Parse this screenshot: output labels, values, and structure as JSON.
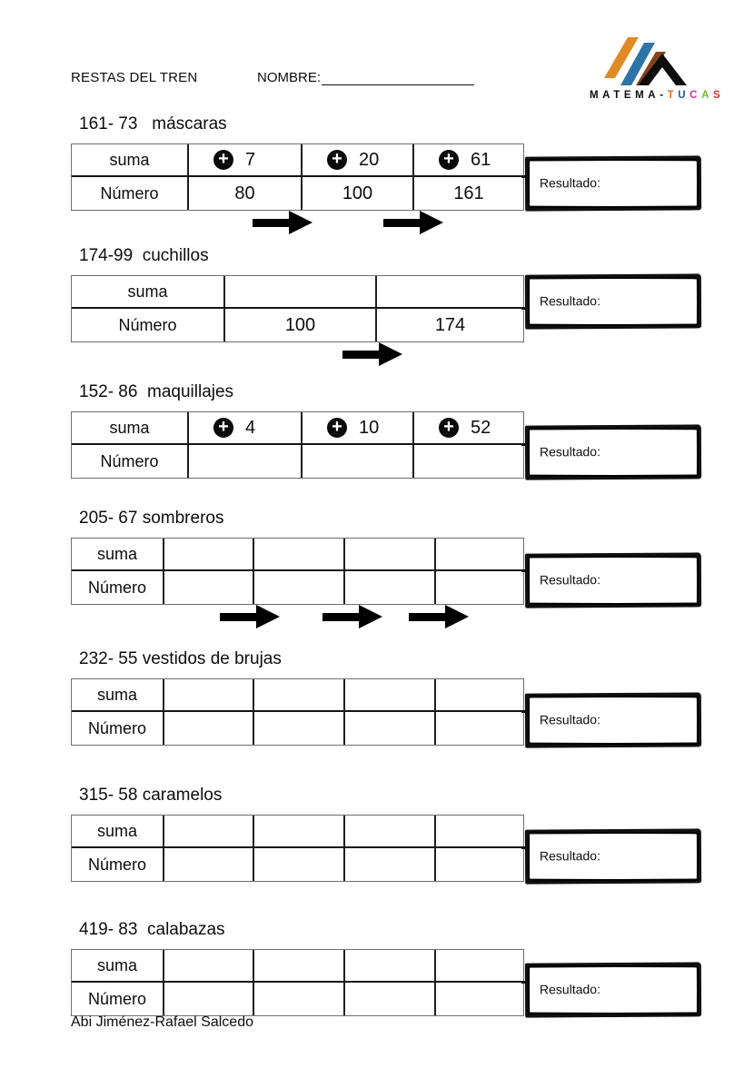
{
  "header": {
    "worksheet_title": "RESTAS DEL TREN",
    "name_label": "NOMBRE:"
  },
  "logo": {
    "brand_black": "MATEMA-",
    "brand_colored_letters": [
      {
        "char": "T",
        "color": "#e2751d"
      },
      {
        "char": "U",
        "color": "#27549b"
      },
      {
        "char": "C",
        "color": "#e22a8f"
      },
      {
        "char": "A",
        "color": "#70c032"
      },
      {
        "char": "S",
        "color": "#d62f2f"
      }
    ],
    "stripe_colors": [
      "#df8a26",
      "#2f74a8",
      "#84431f"
    ],
    "peak_color": "#0d0d0d"
  },
  "labels": {
    "sum_row": "suma",
    "number_row": "Número",
    "result_box": "Resultado:"
  },
  "icons": {
    "plus_icon": "+",
    "arrow_right_icon": "→"
  },
  "sections": [
    {
      "title": "161- 73   máscaras",
      "suma": [
        "7",
        "20",
        "61"
      ],
      "numero": [
        "80",
        "100",
        "161"
      ],
      "arrows": 2
    },
    {
      "title": "174-99  cuchillos",
      "suma": [
        "",
        ""
      ],
      "numero": [
        "100",
        "174"
      ],
      "arrows": 1
    },
    {
      "title": "152- 86  maquillajes",
      "suma": [
        "4",
        "10",
        "52"
      ],
      "numero": [
        "",
        "",
        ""
      ],
      "arrows": 0
    },
    {
      "title": "205- 67 sombreros",
      "suma": [
        "",
        "",
        "",
        ""
      ],
      "numero": [
        "",
        "",
        "",
        ""
      ],
      "arrows": 3
    },
    {
      "title": "232- 55 vestidos de brujas",
      "suma": [
        "",
        "",
        "",
        ""
      ],
      "numero": [
        "",
        "",
        "",
        ""
      ],
      "arrows": 0
    },
    {
      "title": "315- 58 caramelos",
      "suma": [
        "",
        "",
        "",
        ""
      ],
      "numero": [
        "",
        "",
        "",
        ""
      ],
      "arrows": 0
    },
    {
      "title": "419- 83  calabazas",
      "suma": [
        "",
        "",
        "",
        ""
      ],
      "numero": [
        "",
        "",
        "",
        ""
      ],
      "arrows": 0
    }
  ],
  "footer": {
    "credit": "Abi Jiménez-Rafael Salcedo"
  }
}
